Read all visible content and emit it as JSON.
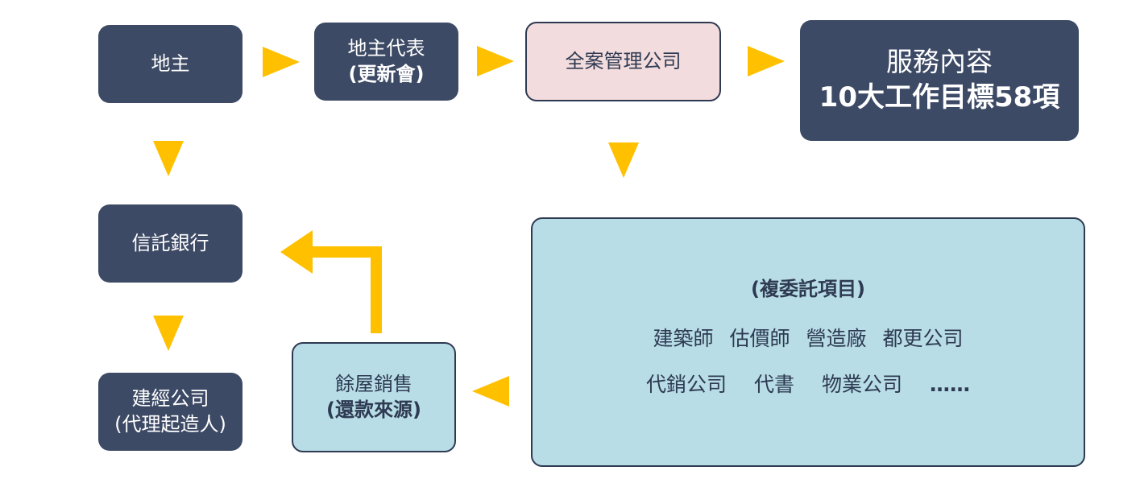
{
  "colors": {
    "dark": "#3d4a65",
    "pink": "#f3dcdd",
    "light": "#b8dde6",
    "arrow": "#ffc000",
    "border": "#2e3a52"
  },
  "nodes": {
    "landowner": "地主",
    "rep_line1": "地主代表",
    "rep_line2": "(更新會)",
    "mgmt": "全案管理公司",
    "service_line1": "服務內容",
    "service_line2": "10大工作目標58項",
    "trust_bank": "信託銀行",
    "builder_line1": "建經公司",
    "builder_line2": "(代理起造人)",
    "sales_line1": "餘屋銷售",
    "sales_line2": "(還款來源)"
  },
  "subcontract": {
    "title": "(複委託項目)",
    "row1": [
      "建築師",
      "估價師",
      "營造廠",
      "都更公司"
    ],
    "row2": [
      "代銷公司",
      "代書",
      "物業公司",
      "……"
    ]
  }
}
